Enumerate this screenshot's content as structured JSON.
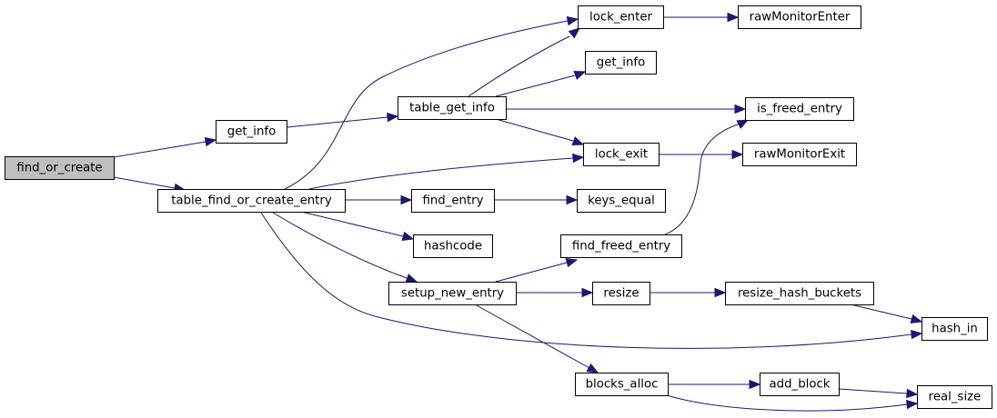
{
  "diagram": {
    "type": "call-graph",
    "edge_color": "#191970",
    "root_fill": "#bfbfbf",
    "node_fill": "#ffffff",
    "nodes": [
      {
        "id": "find_or_create",
        "label": "find_or_create",
        "root": true
      },
      {
        "id": "get_info_1",
        "label": "get_info"
      },
      {
        "id": "table_find_or_create_entry",
        "label": "table_find_or_create_entry"
      },
      {
        "id": "table_get_info",
        "label": "table_get_info"
      },
      {
        "id": "lock_enter",
        "label": "lock_enter"
      },
      {
        "id": "get_info_2",
        "label": "get_info"
      },
      {
        "id": "is_freed_entry",
        "label": "is_freed_entry"
      },
      {
        "id": "lock_exit",
        "label": "lock_exit"
      },
      {
        "id": "rawMonitorEnter",
        "label": "rawMonitorEnter"
      },
      {
        "id": "rawMonitorExit",
        "label": "rawMonitorExit"
      },
      {
        "id": "find_entry",
        "label": "find_entry"
      },
      {
        "id": "keys_equal",
        "label": "keys_equal"
      },
      {
        "id": "hashcode",
        "label": "hashcode"
      },
      {
        "id": "find_freed_entry",
        "label": "find_freed_entry"
      },
      {
        "id": "setup_new_entry",
        "label": "setup_new_entry"
      },
      {
        "id": "resize",
        "label": "resize"
      },
      {
        "id": "resize_hash_buckets",
        "label": "resize_hash_buckets"
      },
      {
        "id": "hash_in",
        "label": "hash_in"
      },
      {
        "id": "blocks_alloc",
        "label": "blocks_alloc"
      },
      {
        "id": "add_block",
        "label": "add_block"
      },
      {
        "id": "real_size",
        "label": "real_size"
      }
    ],
    "edges": [
      {
        "from": "find_or_create",
        "to": "get_info_1"
      },
      {
        "from": "find_or_create",
        "to": "table_find_or_create_entry"
      },
      {
        "from": "get_info_1",
        "to": "table_get_info"
      },
      {
        "from": "table_get_info",
        "to": "lock_enter"
      },
      {
        "from": "table_get_info",
        "to": "get_info_2"
      },
      {
        "from": "table_get_info",
        "to": "is_freed_entry"
      },
      {
        "from": "table_get_info",
        "to": "lock_exit"
      },
      {
        "from": "table_find_or_create_entry",
        "to": "lock_enter"
      },
      {
        "from": "table_find_or_create_entry",
        "to": "lock_exit"
      },
      {
        "from": "table_find_or_create_entry",
        "to": "find_entry"
      },
      {
        "from": "table_find_or_create_entry",
        "to": "hashcode"
      },
      {
        "from": "table_find_or_create_entry",
        "to": "setup_new_entry"
      },
      {
        "from": "table_find_or_create_entry",
        "to": "hash_in"
      },
      {
        "from": "lock_enter",
        "to": "rawMonitorEnter"
      },
      {
        "from": "lock_exit",
        "to": "rawMonitorExit"
      },
      {
        "from": "find_entry",
        "to": "keys_equal"
      },
      {
        "from": "find_freed_entry",
        "to": "is_freed_entry"
      },
      {
        "from": "setup_new_entry",
        "to": "find_freed_entry"
      },
      {
        "from": "setup_new_entry",
        "to": "resize"
      },
      {
        "from": "setup_new_entry",
        "to": "blocks_alloc"
      },
      {
        "from": "resize",
        "to": "resize_hash_buckets"
      },
      {
        "from": "resize_hash_buckets",
        "to": "hash_in"
      },
      {
        "from": "blocks_alloc",
        "to": "add_block"
      },
      {
        "from": "blocks_alloc",
        "to": "real_size"
      },
      {
        "from": "add_block",
        "to": "real_size"
      }
    ]
  }
}
